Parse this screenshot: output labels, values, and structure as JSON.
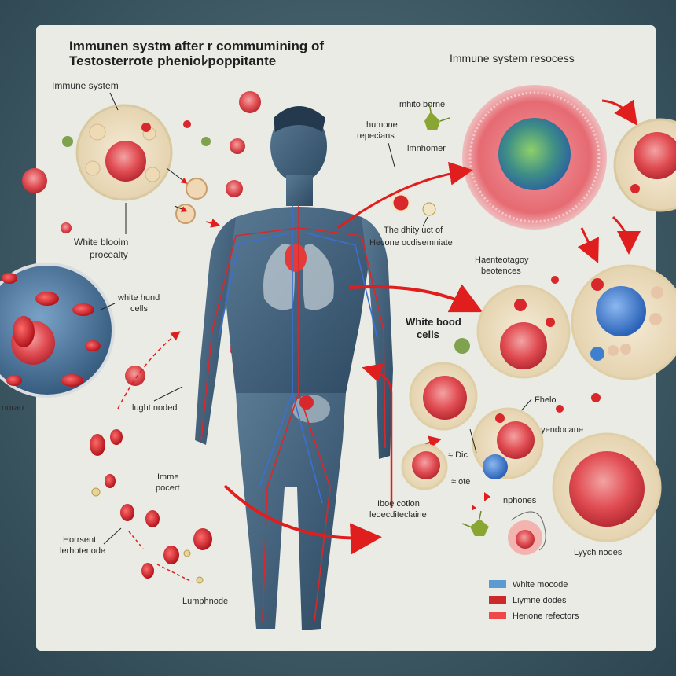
{
  "title": {
    "line1": "Immunen systm after r commumining of",
    "line2": "Testosterrote phenioﾚpoppitante"
  },
  "labels": {
    "immune_system_responses": "Immune system resocess",
    "immune_system": "Immune system",
    "white_blood_cells_probability": [
      "White blooim",
      "procealty"
    ],
    "white_blood_cells_small": [
      "white hund",
      "cells"
    ],
    "hormone_receptors": [
      "humone",
      "repecians"
    ],
    "white_bone": "mhito borne",
    "lymphomer": "lmnhomer",
    "hormone_constant": [
      "The dhity        uct of",
      "Hecone ocdisemniate"
    ],
    "hematology": [
      "Haenteotagoy",
      "beotences"
    ],
    "white_blood_cells_big": [
      "White bood",
      "cells"
    ],
    "light_node": "lught noded",
    "immune_pocert": [
      "Imme",
      "pocert"
    ],
    "hormone_lymph": [
      "Horrsent",
      "lerhotenode"
    ],
    "lymphnode": "Lumphnode",
    "fhelo": "Fhelo",
    "hypendcane": "hyendocane",
    "dic": "≈ Dic",
    "note": "≈ ote",
    "hormones": "nphones",
    "blood_connection": [
      "Iboe cotion",
      "leoecditeclaine"
    ],
    "lymph_nodes": "Lyych nodes",
    "left_edge": "norao"
  },
  "legend": {
    "items": [
      {
        "label": "White mocode",
        "color": "#5c9bd1"
      },
      {
        "label": "Liymne dodes",
        "color": "#cc2a2a"
      },
      {
        "label": "Henone refectors",
        "color": "#f04848"
      }
    ]
  },
  "colors": {
    "panel": "#e9ebe4",
    "blood_red": "#d8282c",
    "cell_pink": "#e46a6e",
    "body_blue": "#3e5a72",
    "arrow": "#e01e1e",
    "blue_cell": "#3f7fd0"
  }
}
